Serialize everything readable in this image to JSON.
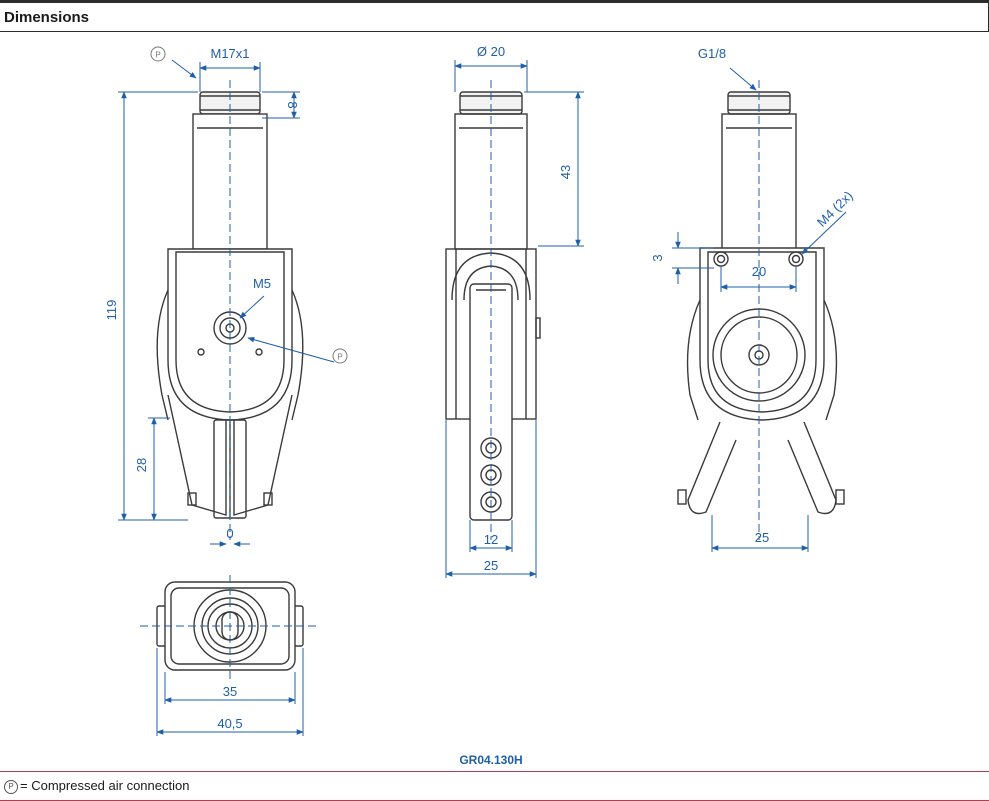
{
  "header": {
    "title": "Dimensions"
  },
  "footer": {
    "legend_text": "= Compressed air connection",
    "legend_symbol": "P"
  },
  "model_label": "GR04.130H",
  "dims": {
    "thread_top": "M17x1",
    "top_height": "8",
    "total_height": "119",
    "jaw_length": "28",
    "zero": "0",
    "port_m5": "M5",
    "diameter": "Ø 20",
    "body_43": "43",
    "width_12": "12",
    "width_25_side": "25",
    "g18": "G1/8",
    "m4": "M4 (2x)",
    "three": "3",
    "spacing_20": "20",
    "open_25": "25",
    "base_35": "35",
    "base_405": "40,5"
  },
  "colors": {
    "dimension": "#1f5fa8",
    "outline": "#3a3a3a",
    "accent": "#b04050"
  }
}
